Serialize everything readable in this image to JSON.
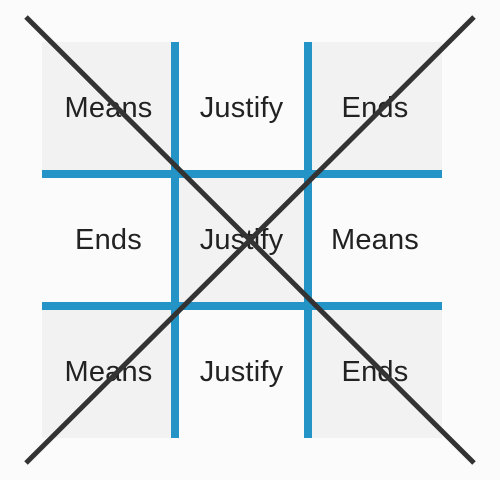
{
  "board": {
    "cells": [
      {
        "label": "Means",
        "shaded": true
      },
      {
        "label": "Justify",
        "shaded": false
      },
      {
        "label": "Ends",
        "shaded": true
      },
      {
        "label": "Ends",
        "shaded": false
      },
      {
        "label": "Justify",
        "shaded": true
      },
      {
        "label": "Means",
        "shaded": false
      },
      {
        "label": "Means",
        "shaded": true
      },
      {
        "label": "Justify",
        "shaded": false
      },
      {
        "label": "Ends",
        "shaded": true
      }
    ]
  },
  "colors": {
    "grid_lines": "#2494c6",
    "cross_lines": "#333333",
    "shaded_cell": "#f2f2f2",
    "text": "#222222"
  }
}
